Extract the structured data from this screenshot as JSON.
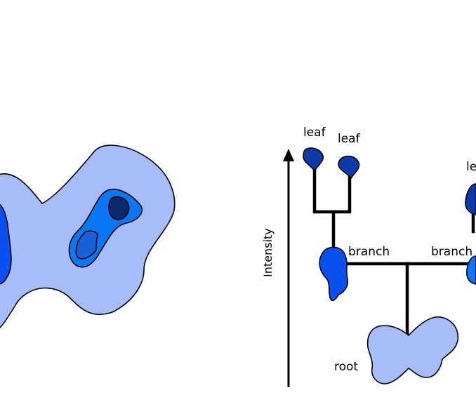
{
  "diagram": {
    "axis_label": "Intensity",
    "labels": {
      "leaf_1": "leaf",
      "leaf_2": "leaf",
      "leaf_3_partial": "le",
      "branch_1": "branch",
      "branch_2": "branch",
      "root": "root"
    },
    "colors": {
      "outer_region": "#a7bdf9",
      "mid_region": "#0a78f5",
      "inner_region": "#1762d6",
      "blob_bright": "#0a4ff0",
      "peak_dark": "#0a2a6e",
      "leaf_blue": "#0a3ba8",
      "edge": "#000000"
    }
  }
}
